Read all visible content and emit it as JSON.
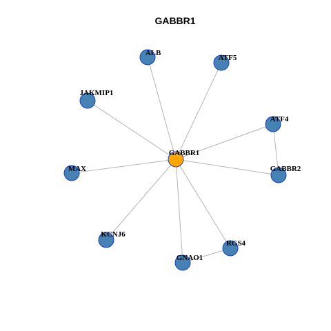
{
  "title": "GABBR1",
  "colors": {
    "center_node": "#FFA500",
    "neighbor_node": "#4682B4",
    "node_border": "#1C3FBF",
    "edge": "#B4B4B4"
  },
  "nodes": [
    {
      "id": "GABBR1",
      "label": "GABBR1",
      "role": "center"
    },
    {
      "id": "ALB",
      "label": "ALB",
      "role": "neighbor"
    },
    {
      "id": "ATF5",
      "label": "ATF5",
      "role": "neighbor"
    },
    {
      "id": "JAKMIP1",
      "label": "JAKMIP1",
      "role": "neighbor"
    },
    {
      "id": "ATF4",
      "label": "ATF4",
      "role": "neighbor"
    },
    {
      "id": "MAX",
      "label": "MAX",
      "role": "neighbor"
    },
    {
      "id": "GABBR2",
      "label": "GABBR2",
      "role": "neighbor"
    },
    {
      "id": "KCNJ6",
      "label": "KCNJ6",
      "role": "neighbor"
    },
    {
      "id": "RGS4",
      "label": "RGS4",
      "role": "neighbor"
    },
    {
      "id": "GNAO1",
      "label": "GNAO1",
      "role": "neighbor"
    }
  ],
  "edges": [
    [
      "GABBR1",
      "ALB"
    ],
    [
      "GABBR1",
      "ATF5"
    ],
    [
      "GABBR1",
      "JAKMIP1"
    ],
    [
      "GABBR1",
      "ATF4"
    ],
    [
      "GABBR1",
      "MAX"
    ],
    [
      "GABBR1",
      "GABBR2"
    ],
    [
      "GABBR1",
      "KCNJ6"
    ],
    [
      "GABBR1",
      "RGS4"
    ],
    [
      "GABBR1",
      "GNAO1"
    ],
    [
      "ATF4",
      "GABBR2"
    ],
    [
      "RGS4",
      "GNAO1"
    ]
  ]
}
